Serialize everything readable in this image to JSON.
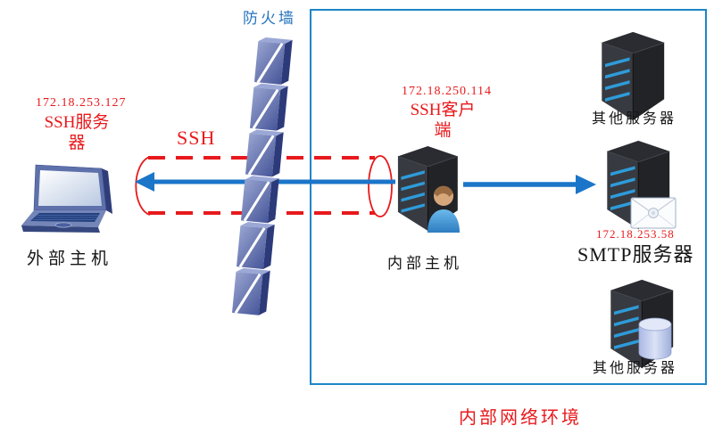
{
  "diagram_title": "SSH tunnel through firewall network diagram",
  "firewall": {
    "label": "防火墙"
  },
  "external_host": {
    "ip": "172.18.253.127",
    "role_line1": "SSH服务",
    "role_line2": "器",
    "caption": "外部主机"
  },
  "ssh_tunnel": {
    "label": "SSH"
  },
  "internal_host": {
    "ip": "172.18.250.114",
    "role_line1": "SSH客户",
    "role_line2": "端",
    "caption": "内部主机"
  },
  "other_server_top": {
    "caption": "其他服务器"
  },
  "smtp_server": {
    "ip": "172.18.253.58",
    "caption": "SMTP服务器"
  },
  "other_server_bottom": {
    "caption": "其他服务器"
  },
  "internal_network": {
    "caption": "内部网络环境"
  },
  "colors": {
    "accent_red": "#e8191c",
    "arrow_blue": "#1b75c8",
    "box_border_blue": "#1c86c8",
    "firewall_label_blue": "#2473bd",
    "brick_blue": "#5b6aa6",
    "server_dark": "#2a2c31",
    "led_blue": "#2e9bd9"
  }
}
